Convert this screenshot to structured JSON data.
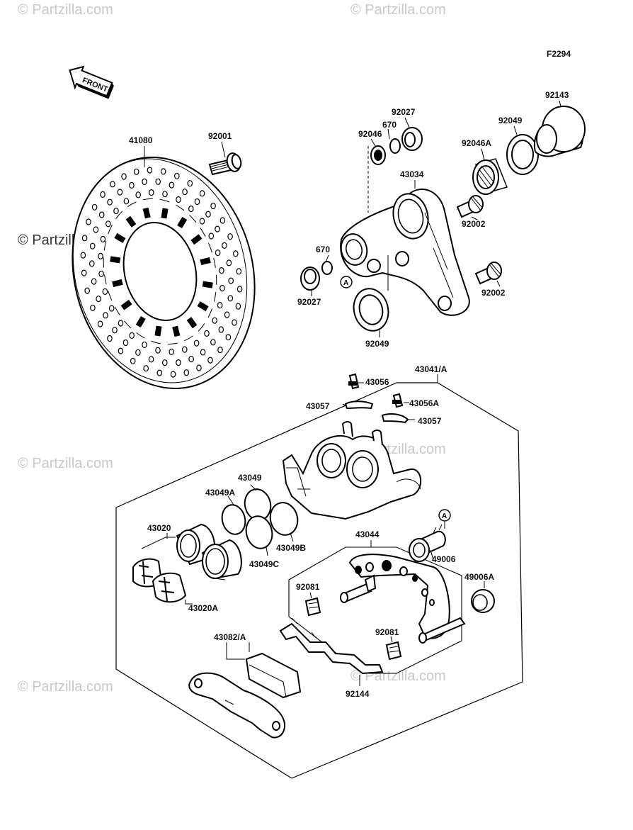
{
  "diagram": {
    "code": "F2294",
    "front_label": "FRONT",
    "labels": {
      "l41080": "41080",
      "l92001": "92001",
      "l92027a": "92027",
      "l670a": "670",
      "l92046": "92046",
      "l92049a": "92049",
      "l92143": "92143",
      "l92046A": "92046A",
      "l43034": "43034",
      "l92002a": "92002",
      "l670b": "670",
      "l92027b": "92027",
      "l92002b": "92002",
      "l92049b": "92049",
      "l43041A": "43041/A",
      "l43056": "43056",
      "l43056A": "43056A",
      "l43057a": "43057",
      "l43057b": "43057",
      "l43049": "43049",
      "l43049A": "43049A",
      "l43020": "43020",
      "l43049B": "43049B",
      "l43049C": "43049C",
      "l43020A": "43020A",
      "l43044": "43044",
      "l49006": "49006",
      "l49006A": "49006A",
      "l92081a": "92081",
      "l92081b": "92081",
      "l43082A": "43082/A",
      "l92144": "92144"
    },
    "ref_marker": "A",
    "watermark": "© Partzilla.com"
  }
}
